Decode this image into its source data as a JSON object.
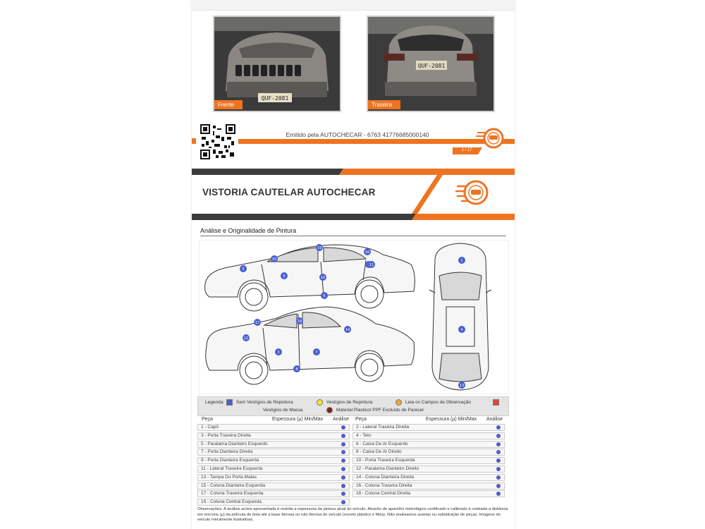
{
  "photos": [
    {
      "label": "Frente"
    },
    {
      "label": "Traseira"
    }
  ],
  "plates": {
    "front": "QUF-2081",
    "rear": "QUF-2081"
  },
  "footer": {
    "emitted_by": "Emitido pela AUTOCHECAR - 6763 41776685000140",
    "page": "1 / 17"
  },
  "header": {
    "title": "VISTORIA CAUTELAR AUTOCHECAR"
  },
  "section": {
    "title": "Análise e Originalidade de Pintura"
  },
  "diagram": {
    "markers": [
      "1",
      "2",
      "3",
      "4",
      "5",
      "6",
      "7",
      "8",
      "9",
      "10",
      "11",
      "12",
      "13",
      "14",
      "15",
      "16",
      "17",
      "18",
      "19"
    ]
  },
  "legend": {
    "label": "Legenda:",
    "items": [
      {
        "text": "Sem Vestígios de Repintura",
        "color": "#4a5fd0"
      },
      {
        "text": "Vestígios de Repintura",
        "color": "#f1e73a"
      },
      {
        "text": "Leia os Campos de Observação",
        "color": "#f0a83a"
      },
      {
        "text": "Vestígios de Massa",
        "color": "#e2492f"
      },
      {
        "text": "Material Plastico/ PPF Excluído de Parecer",
        "color": "#8b1a1a"
      }
    ]
  },
  "table": {
    "headers": {
      "part": "Peça",
      "thickness": "Espessura (μ) Min/Max",
      "analysis": "Análise"
    },
    "left": [
      "1 - Capô",
      "3 - Porta Traseira Direita",
      "5 - Paralama Dianteiro Esquerdo",
      "7 - Porta Dianteira Direita",
      "9 - Porta Dianteira Esquerda",
      "11 - Lateral Traseira Esquerda",
      "13 - Tampa Do Porta Malas",
      "15 - Coluna Dianteira Esquerda",
      "17 - Coluna Traseira Esquerda",
      "19 - Coluna Central Esquerda"
    ],
    "right": [
      "2 - Lateral Traseira Direita",
      "4 - Teto",
      "6 - Caixa De Ar Esquerdo",
      "8 - Caixa De Ar Direito",
      "10 - Porta Traseira Esquerda",
      "12 - Paralama Dianteiro Direito",
      "14 - Coluna Dianteira Direita",
      "16 - Coluna Traseira Direita",
      "18 - Coluna Central Direita"
    ],
    "status_color": "#4a5fd0"
  },
  "observations": "Observações: A análise acima apresentada é restrita a espessura da pintura atual do veículo. Através de aparelho metrológico certificado e calibrado é coletada a distância em microns (μ) da película de tinta até a base ferrosa ou não ferrosa do veículo (exceto plástico e fibra). Não analisamos avarias ou substituição de peças. Imagens do veículo meramente ilustrativas.",
  "colors": {
    "orange": "#ee7421",
    "dark": "#3c3c3c",
    "marker": "#4a5fd0"
  }
}
